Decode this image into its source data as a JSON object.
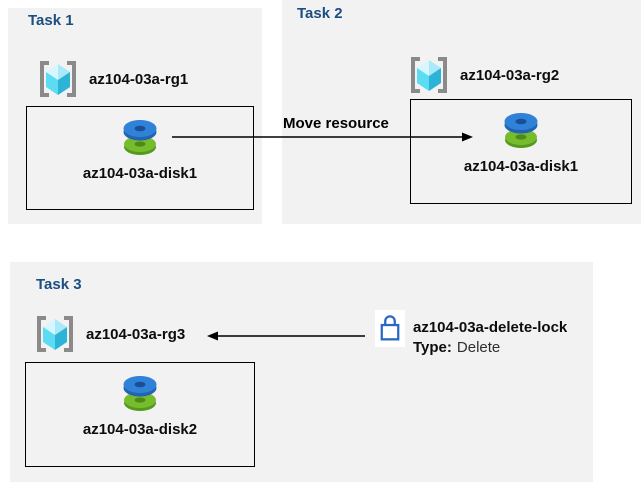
{
  "colors": {
    "page_bg": "#FFFFFF",
    "panel_bg": "#F2F2F2",
    "task_title_blue": "#1C4E80",
    "label_text": "#0D0D0D",
    "arrow_black": "#000000",
    "lock_blue": "#2767C5",
    "rg_bracket_gray": "#8A8A8A",
    "rg_cube_cyan": "#5BDCF3",
    "disk_blue": "#3081D8",
    "disk_green": "#76BC2D"
  },
  "icons": {
    "resource_group": "resource-group-icon",
    "disk": "disk-icon",
    "lock": "lock-icon"
  },
  "tasks": {
    "task1": {
      "title": "Task 1",
      "resource_group": "az104-03a-rg1",
      "disk": "az104-03a-disk1"
    },
    "task2": {
      "title": "Task 2",
      "resource_group": "az104-03a-rg2",
      "disk": "az104-03a-disk1"
    },
    "task3": {
      "title": "Task 3",
      "resource_group": "az104-03a-rg3",
      "disk": "az104-03a-disk2",
      "lock_name": "az104-03a-delete-lock",
      "lock_type_label": "Type:",
      "lock_type_value": "Delete"
    }
  },
  "arrows": {
    "move_resource_label": "Move resource"
  }
}
